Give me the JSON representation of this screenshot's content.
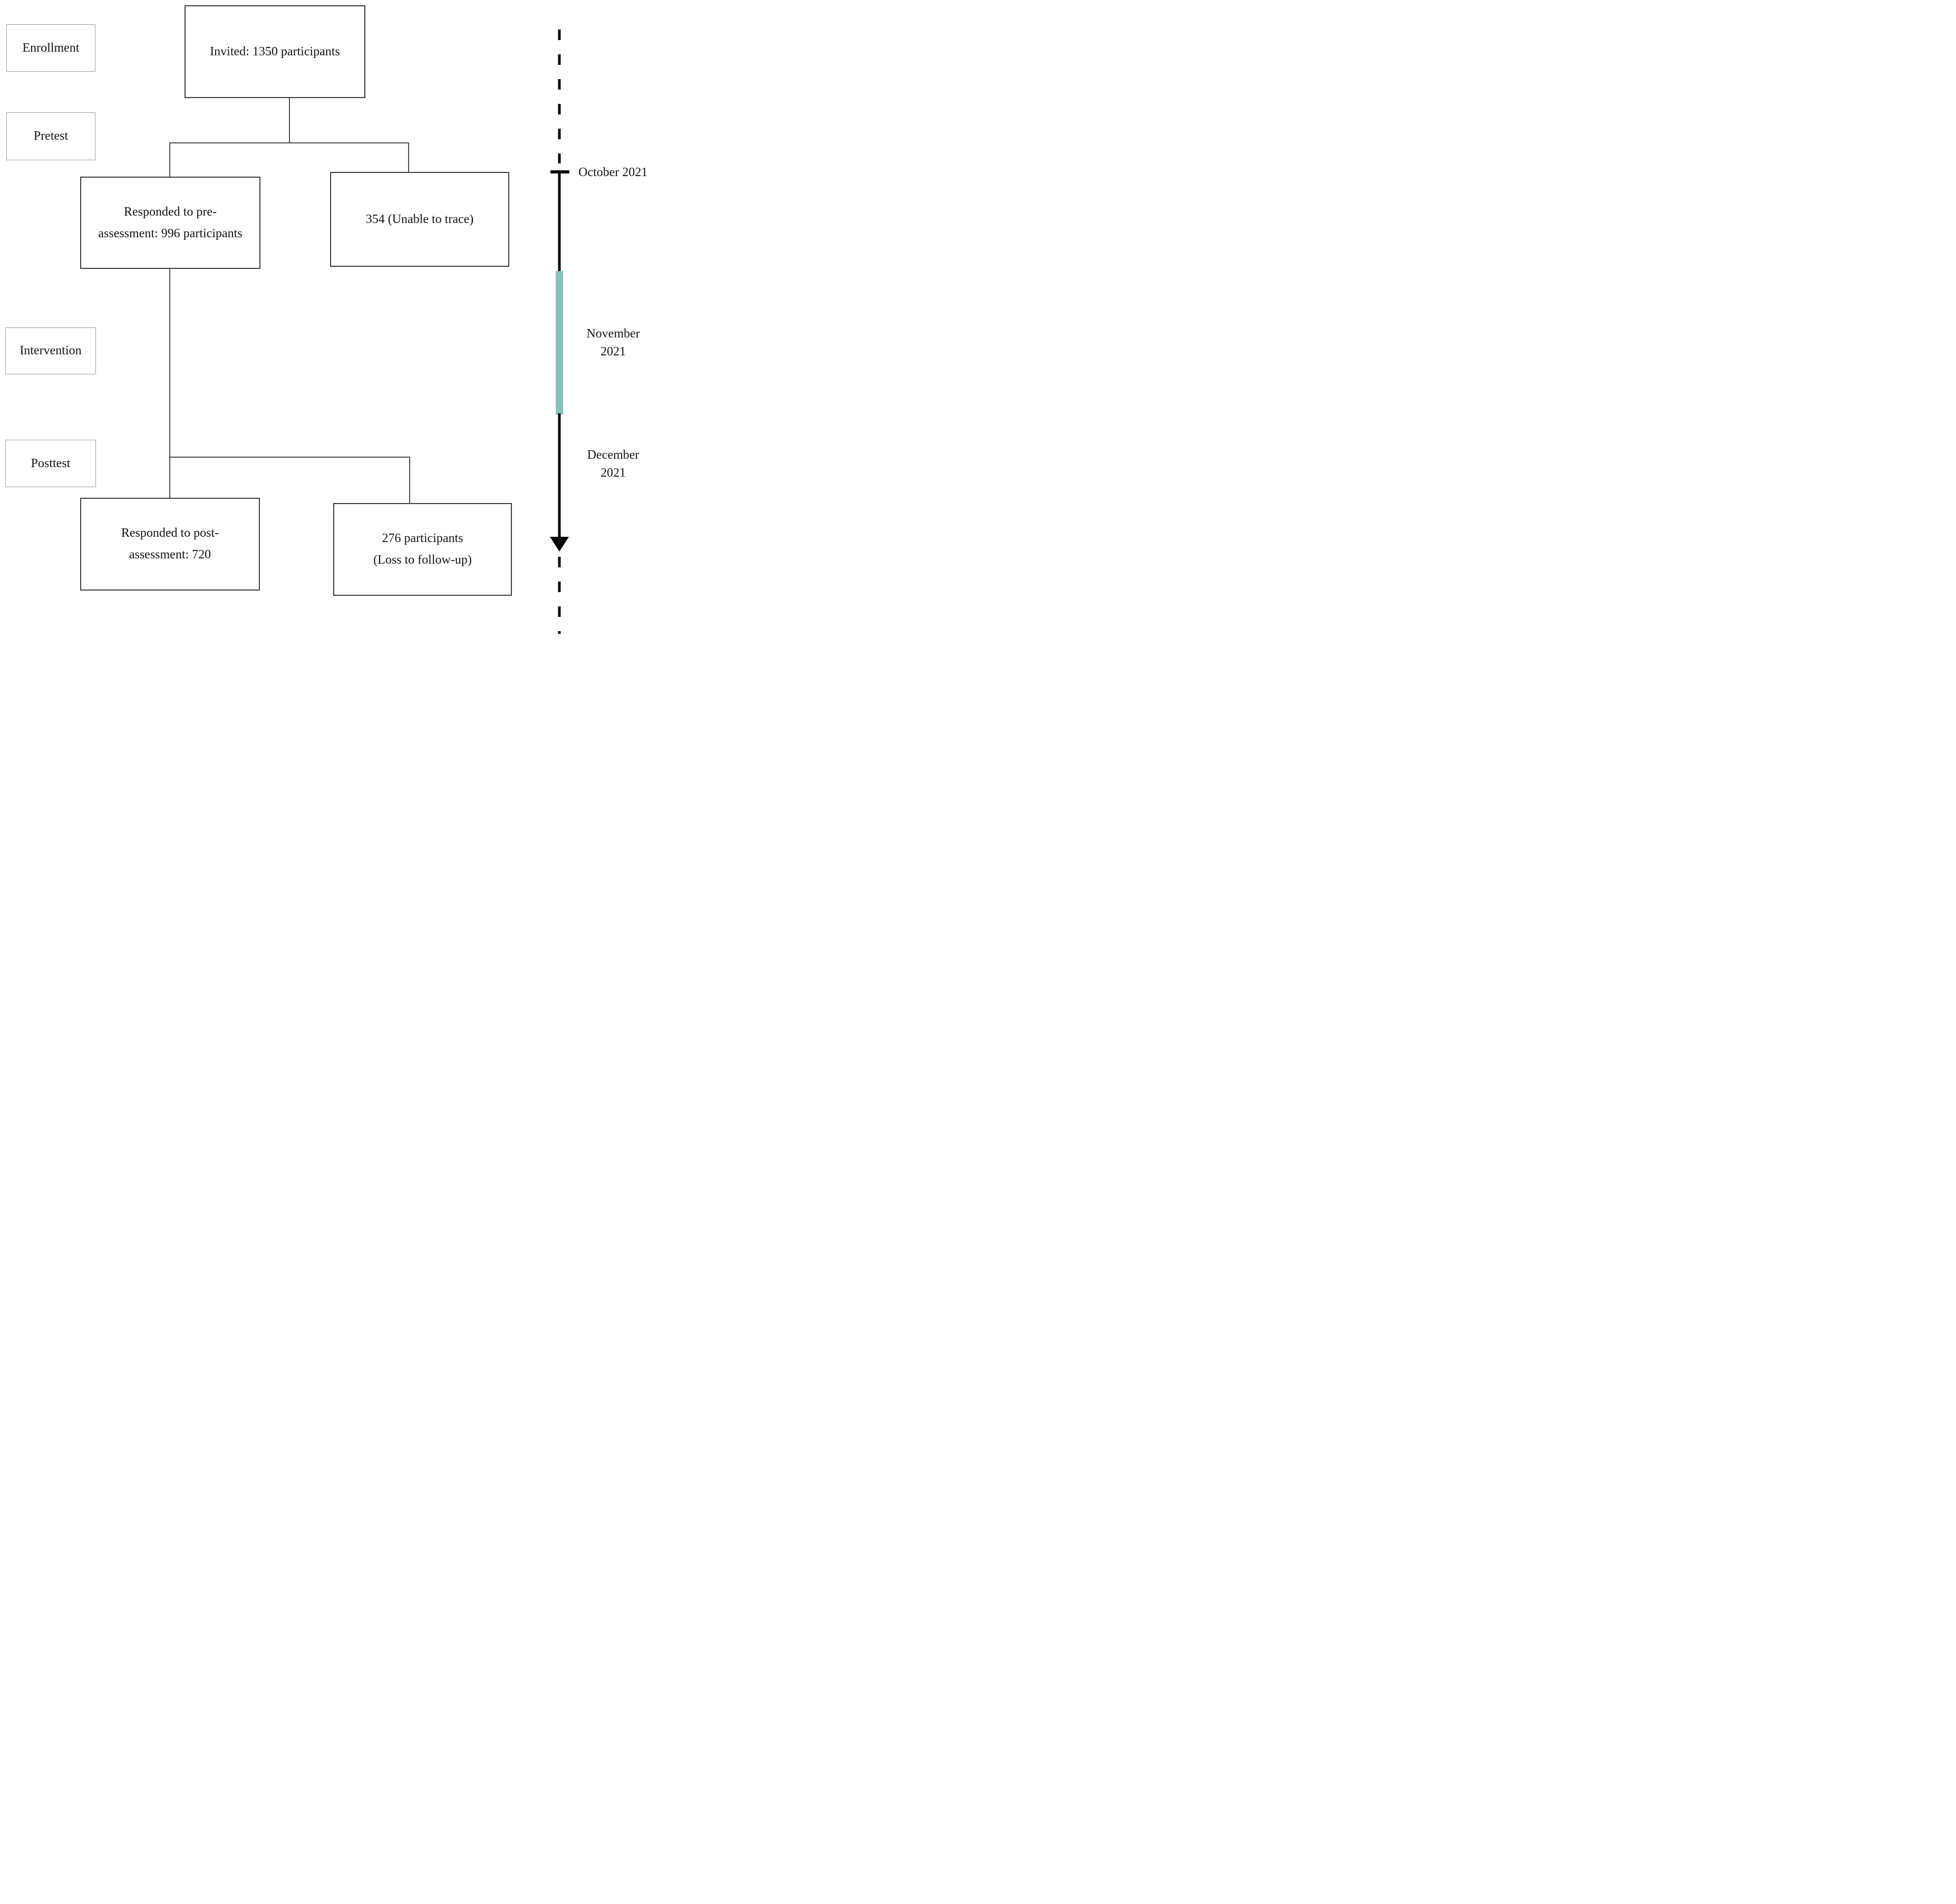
{
  "figure": {
    "type": "study-participant-flow-diagram",
    "stages": {
      "enrollment": {
        "label": "Enrollment"
      },
      "pretest": {
        "label": "Pretest"
      },
      "intervention": {
        "label": "Intervention"
      },
      "posttest": {
        "label": "Posttest"
      }
    },
    "boxes": {
      "invited": {
        "text": "Invited: 1350 participants"
      },
      "pre_assessment": {
        "line1": "Responded to pre-",
        "line2": "assessment: 996 participants"
      },
      "unable_to_trace": {
        "text": "354 (Unable to trace)"
      },
      "post_assessment": {
        "line1": "Responded to post-",
        "line2": "assessment: 720"
      },
      "loss_follow_up": {
        "line1": "276 participants",
        "line2": "(Loss to follow-up)"
      }
    },
    "counts": {
      "invited": 1350,
      "responded_pre_assessment": 996,
      "unable_to_trace": 354,
      "responded_post_assessment": 720,
      "loss_to_follow_up": 276
    },
    "timeline": {
      "october": {
        "text": "October 2021"
      },
      "november": {
        "line1": "November",
        "line2": "2021"
      },
      "december": {
        "line1": "December",
        "line2": "2021"
      }
    },
    "colors": {
      "highlight_bar": "#89c2bb",
      "timeline_line": "#050505",
      "flow_box_border": "#3d3d3d",
      "stage_box_border": "#9f9f9f",
      "connector_line": "#4f4f4f"
    }
  }
}
